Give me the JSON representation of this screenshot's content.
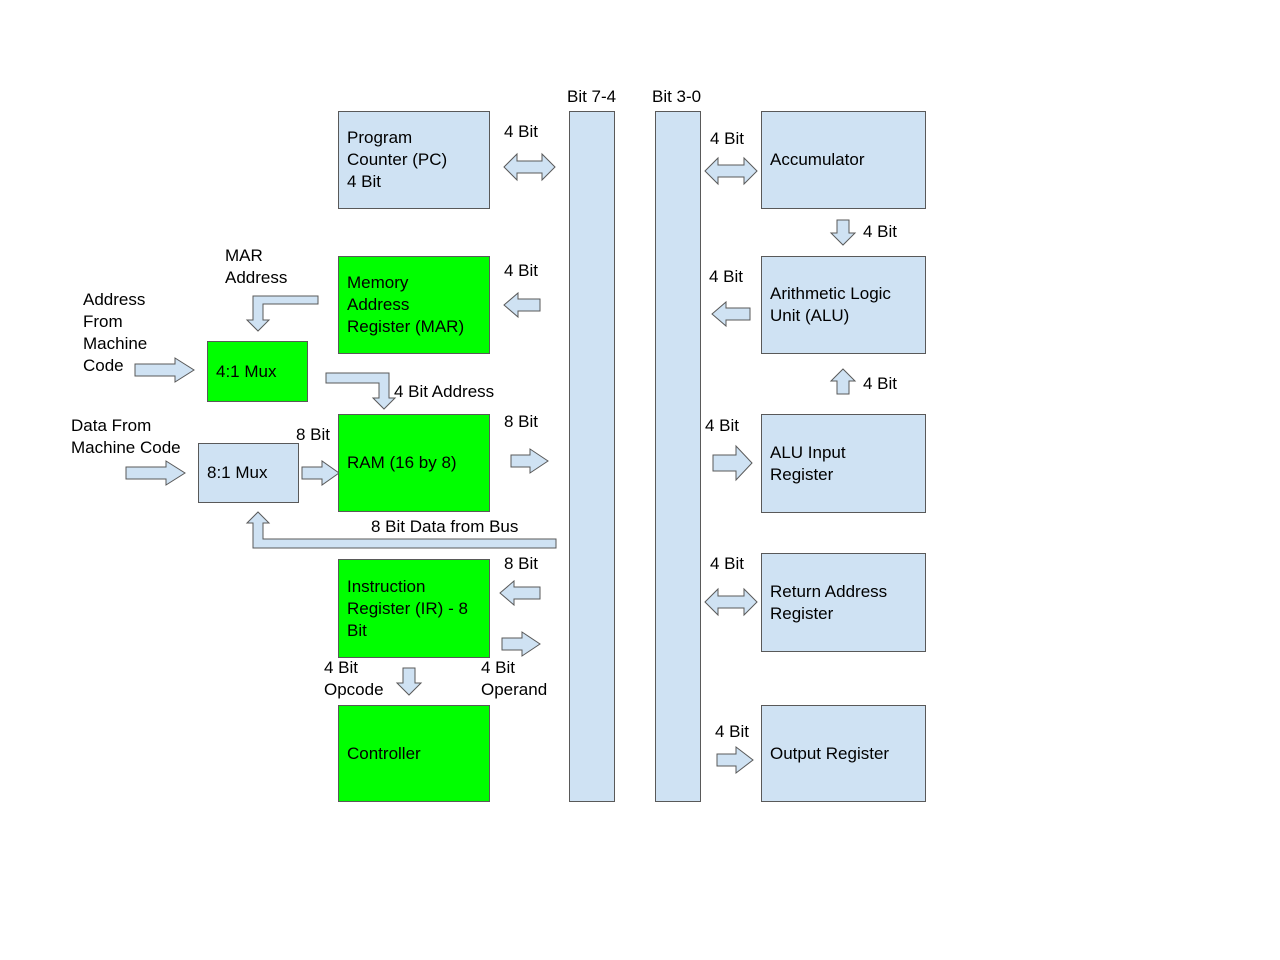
{
  "colors": {
    "register": "#cfe2f3",
    "highlight": "#00ff00",
    "outline": "#595959"
  },
  "buses": {
    "high": "Bit 7-4",
    "low": "Bit 3-0"
  },
  "blocks": {
    "pc": "Program\nCounter (PC)\n4 Bit",
    "mar": "Memory\nAddress\nRegister (MAR)",
    "mux4": "4:1 Mux",
    "ram": "RAM (16 by 8)",
    "mux8": "8:1 Mux",
    "ir": "Instruction\nRegister (IR) - 8\nBit",
    "controller": "Controller",
    "acc": "Accumulator",
    "alu": "Arithmetic Logic\nUnit (ALU)",
    "alu_in": "ALU Input\nRegister",
    "ret": "Return Address\nRegister",
    "out": "Output Register"
  },
  "labels": {
    "pc_width": "4 Bit",
    "mar_width": "4 Bit",
    "mar_address": "MAR\nAddress",
    "address_from_code": "Address\nFrom\nMachine\nCode",
    "four_bit_address": "4 Bit Address",
    "data_from_code": "Data From\nMachine Code",
    "mux_to_ram": "8 Bit",
    "ram_width": "8 Bit",
    "data_from_bus": "8 Bit Data from Bus",
    "ir_width": "8 Bit",
    "opcode": "4 Bit\nOpcode",
    "operand": "4 Bit\nOperand",
    "acc_width": "4 Bit",
    "acc_to_alu": "4 Bit",
    "alu_width": "4 Bit",
    "aluin_to_alu": "4 Bit",
    "aluin_width": "4 Bit",
    "ret_width": "4 Bit",
    "out_width": "4 Bit"
  }
}
